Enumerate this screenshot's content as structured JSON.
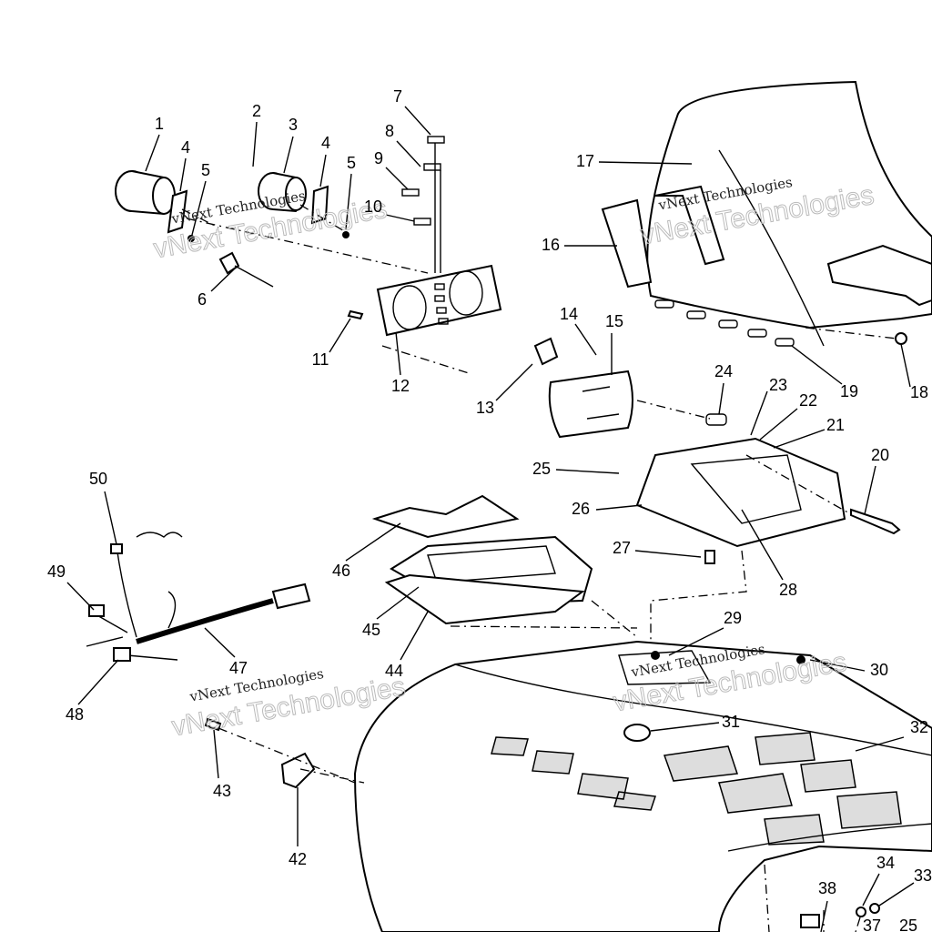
{
  "diagram": {
    "callouts": [
      "1",
      "2",
      "3",
      "4",
      "5",
      "4",
      "5",
      "6",
      "7",
      "8",
      "9",
      "10",
      "11",
      "12",
      "13",
      "14",
      "15",
      "16",
      "17",
      "18",
      "19",
      "20",
      "21",
      "22",
      "23",
      "24",
      "25",
      "26",
      "27",
      "28",
      "29",
      "30",
      "31",
      "32",
      "33",
      "34",
      "37",
      "25",
      "38",
      "42",
      "43",
      "44",
      "45",
      "46",
      "47",
      "48",
      "49",
      "50"
    ],
    "watermarks": [
      {
        "line1": "vNext Technologies",
        "line2": "vNext Technologies"
      },
      {
        "line1": "vNext Technologies",
        "line2": "vNext Technologies"
      },
      {
        "line1": "vNext Technologies",
        "line2": "vNext Technologies"
      },
      {
        "line1": "vNext Technologies",
        "line2": "vNext Technologies"
      }
    ]
  }
}
